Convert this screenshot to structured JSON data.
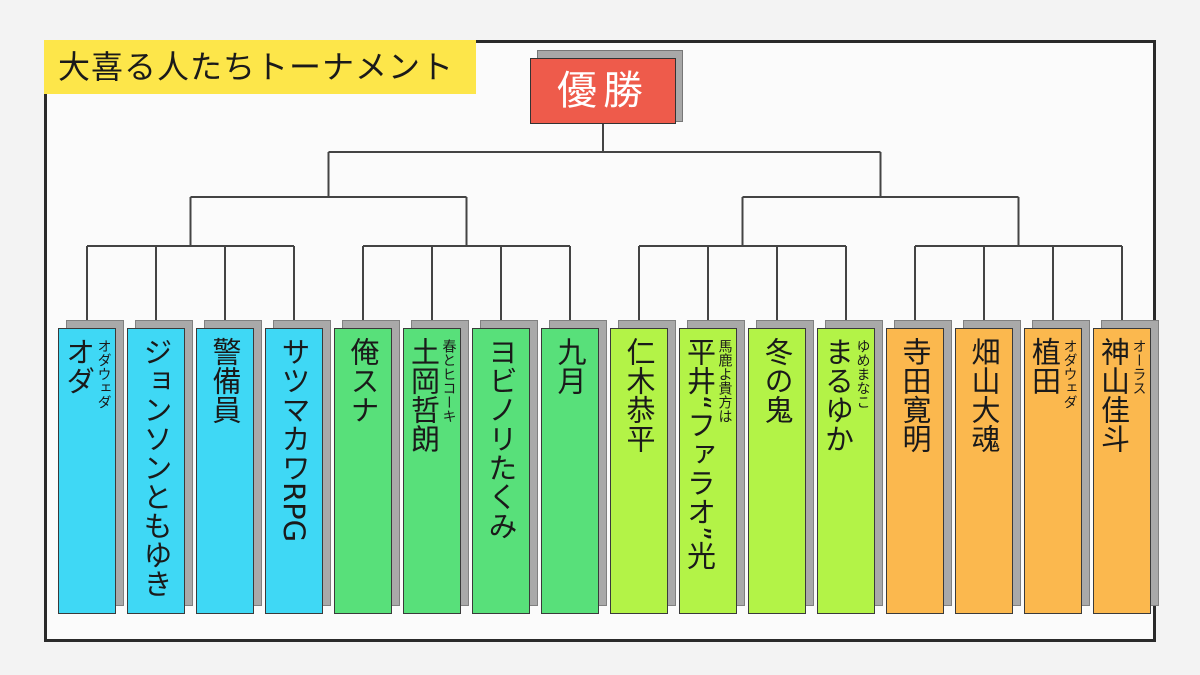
{
  "title": "大喜る人たちトーナメント",
  "winner_label": "優勝",
  "colors": {
    "frame_border": "#2a2a2a",
    "title_bg": "#fde64a",
    "winner_bg": "#ee5b4b",
    "group_blue": "#3fd8f5",
    "group_green": "#58e07a",
    "group_lime": "#b3f347",
    "group_orange": "#fbb84e"
  },
  "entrants": [
    {
      "name": "オダ",
      "ruby": "オダウェダ",
      "color": "#3fd8f5"
    },
    {
      "name": "ジョンソンともゆき",
      "ruby": "",
      "color": "#3fd8f5"
    },
    {
      "name": "警備員",
      "ruby": "",
      "color": "#3fd8f5"
    },
    {
      "name": "サツマカワRPG",
      "ruby": "",
      "color": "#3fd8f5"
    },
    {
      "name": "俺スナ",
      "ruby": "",
      "color": "#58e07a"
    },
    {
      "name": "土岡哲朗",
      "ruby": "春とヒコーキ",
      "color": "#58e07a"
    },
    {
      "name": "ヨビノリたくみ",
      "ruby": "",
      "color": "#58e07a"
    },
    {
      "name": "九月",
      "ruby": "",
      "color": "#58e07a"
    },
    {
      "name": "仁木恭平",
      "ruby": "",
      "color": "#b3f347"
    },
    {
      "name": "平井“ファラオ”光",
      "ruby": "馬鹿よ貴方は",
      "color": "#b3f347"
    },
    {
      "name": "冬の鬼",
      "ruby": "",
      "color": "#b3f347"
    },
    {
      "name": "まるゆか",
      "ruby": "ゆめまなこ",
      "color": "#b3f347"
    },
    {
      "name": "寺田寛明",
      "ruby": "",
      "color": "#fbb84e"
    },
    {
      "name": "畑山大魂",
      "ruby": "",
      "color": "#fbb84e"
    },
    {
      "name": "植田",
      "ruby": "オダウェダ",
      "color": "#fbb84e"
    },
    {
      "name": "神山佳斗",
      "ruby": "オーラス",
      "color": "#fbb84e"
    }
  ]
}
